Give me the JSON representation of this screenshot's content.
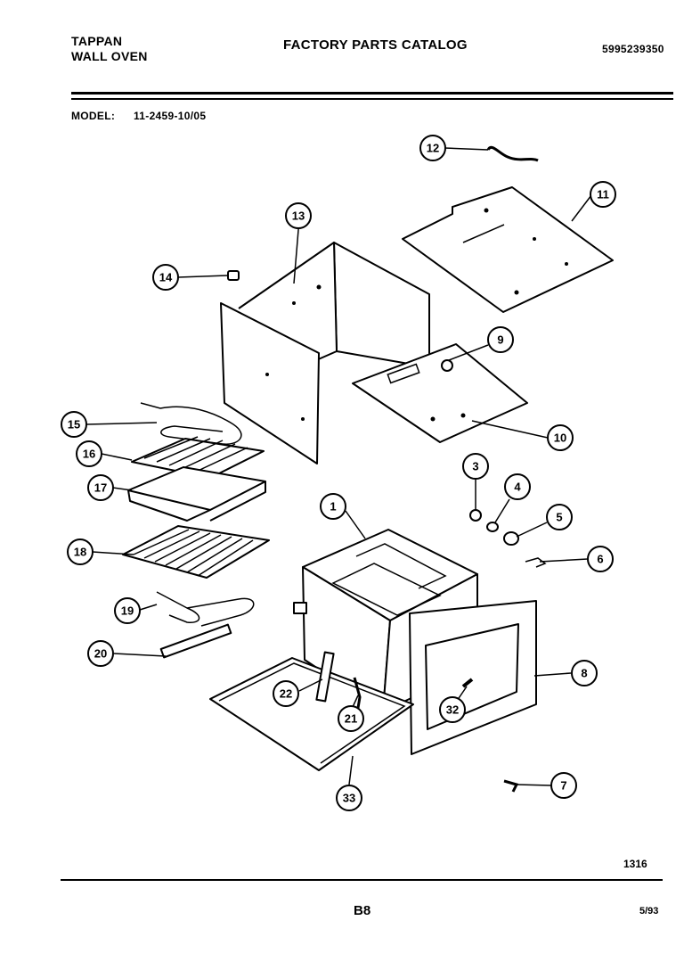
{
  "header": {
    "brand_line1": "TAPPAN",
    "brand_line2": "WALL OVEN",
    "title": "FACTORY PARTS CATALOG",
    "catalog_number": "5995239350",
    "model_label": "MODEL:",
    "model_value": "11-2459-10/05"
  },
  "footer": {
    "code": "1316",
    "page": "B8",
    "date": "5/93"
  },
  "callouts": [
    "1",
    "3",
    "4",
    "5",
    "6",
    "7",
    "8",
    "9",
    "10",
    "11",
    "12",
    "13",
    "14",
    "15",
    "16",
    "17",
    "18",
    "19",
    "20",
    "21",
    "22",
    "32",
    "33"
  ]
}
